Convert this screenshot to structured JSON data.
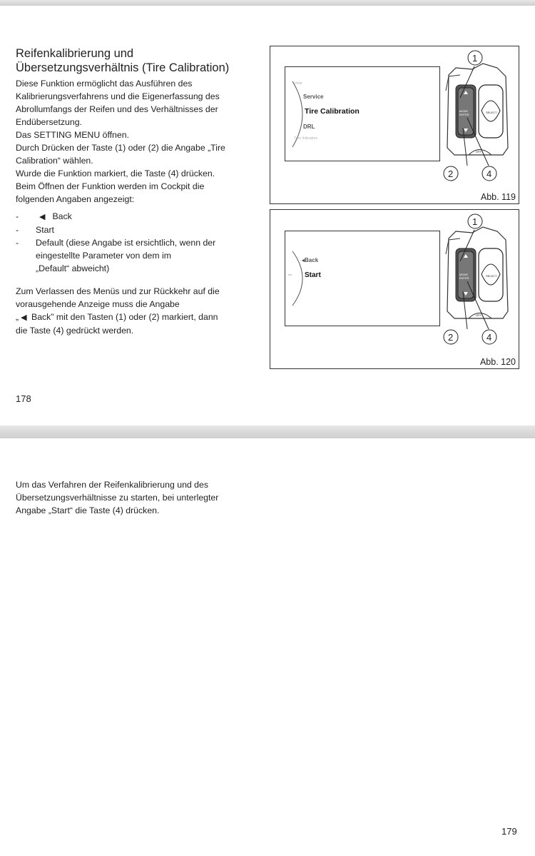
{
  "page178": {
    "heading": [
      "Reifenkalibrierung und",
      "Übersetzungsverhältnis (Tire Calibration)"
    ],
    "paragraph1": [
      "Diese Funktion ermöglicht das Ausführen des",
      "Kalibrierungsverfahrens und die Eigenerfassung des",
      "Abrollumfangs der Reifen und des Verhältnisses der",
      "Endübersetzung.",
      "Das SETTING MENU öffnen.",
      "Durch Drücken der Taste (1) oder (2) die Angabe „Tire",
      "Calibration“ wählen.",
      "Wurde die Funktion markiert, die Taste (4) drücken.",
      "Beim Öffnen der Funktion werden im Cockpit die",
      "folgenden Angaben angezeigt:"
    ],
    "list": {
      "dash": "-",
      "back_arrow": "◀",
      "back": "Back",
      "start": "Start",
      "default_lines": [
        "Default (diese Angabe ist ersichtlich, wenn der",
        "eingestellte Parameter von dem im",
        "„Default“ abweicht)"
      ]
    },
    "paragraph2": {
      "line1": "Zum Verlassen des Menüs und zur Rückkehr auf die",
      "line2": "vorausgehende Anzeige muss die Angabe",
      "line3_prefix": "„",
      "line3_arrow": "◀",
      "line3_rest": " Back” mit den Tasten (1) oder (2) markiert, dann",
      "line4": "die Taste (4) gedrückt werden."
    },
    "page_number": "178",
    "figures": {
      "fig119": {
        "caption": "Abb. 119",
        "menu": {
          "units": "Units",
          "service": "Service",
          "tire": "Tire Calibration",
          "drl": "DRL",
          "turn": "Turn Indicators"
        }
      },
      "fig120": {
        "caption": "Abb. 120",
        "menu": {
          "back": "◂Back",
          "start": "Start"
        }
      },
      "callouts": {
        "c1": "1",
        "c2": "2",
        "c4": "4"
      },
      "switch": {
        "mode": "MODE",
        "enter": "ENTER",
        "select": "SELECT",
        "off": "OFF"
      }
    }
  },
  "page179": {
    "paragraph": [
      "Um das Verfahren der Reifenkalibrierung und des",
      "Übersetzungsverhältnisse zu starten, bei unterlegter",
      "Angabe „Start“ die Taste (4) drücken."
    ],
    "page_number": "179"
  },
  "colors": {
    "separator": "#d6d6d6",
    "text": "#222222",
    "frame": "#333333"
  }
}
